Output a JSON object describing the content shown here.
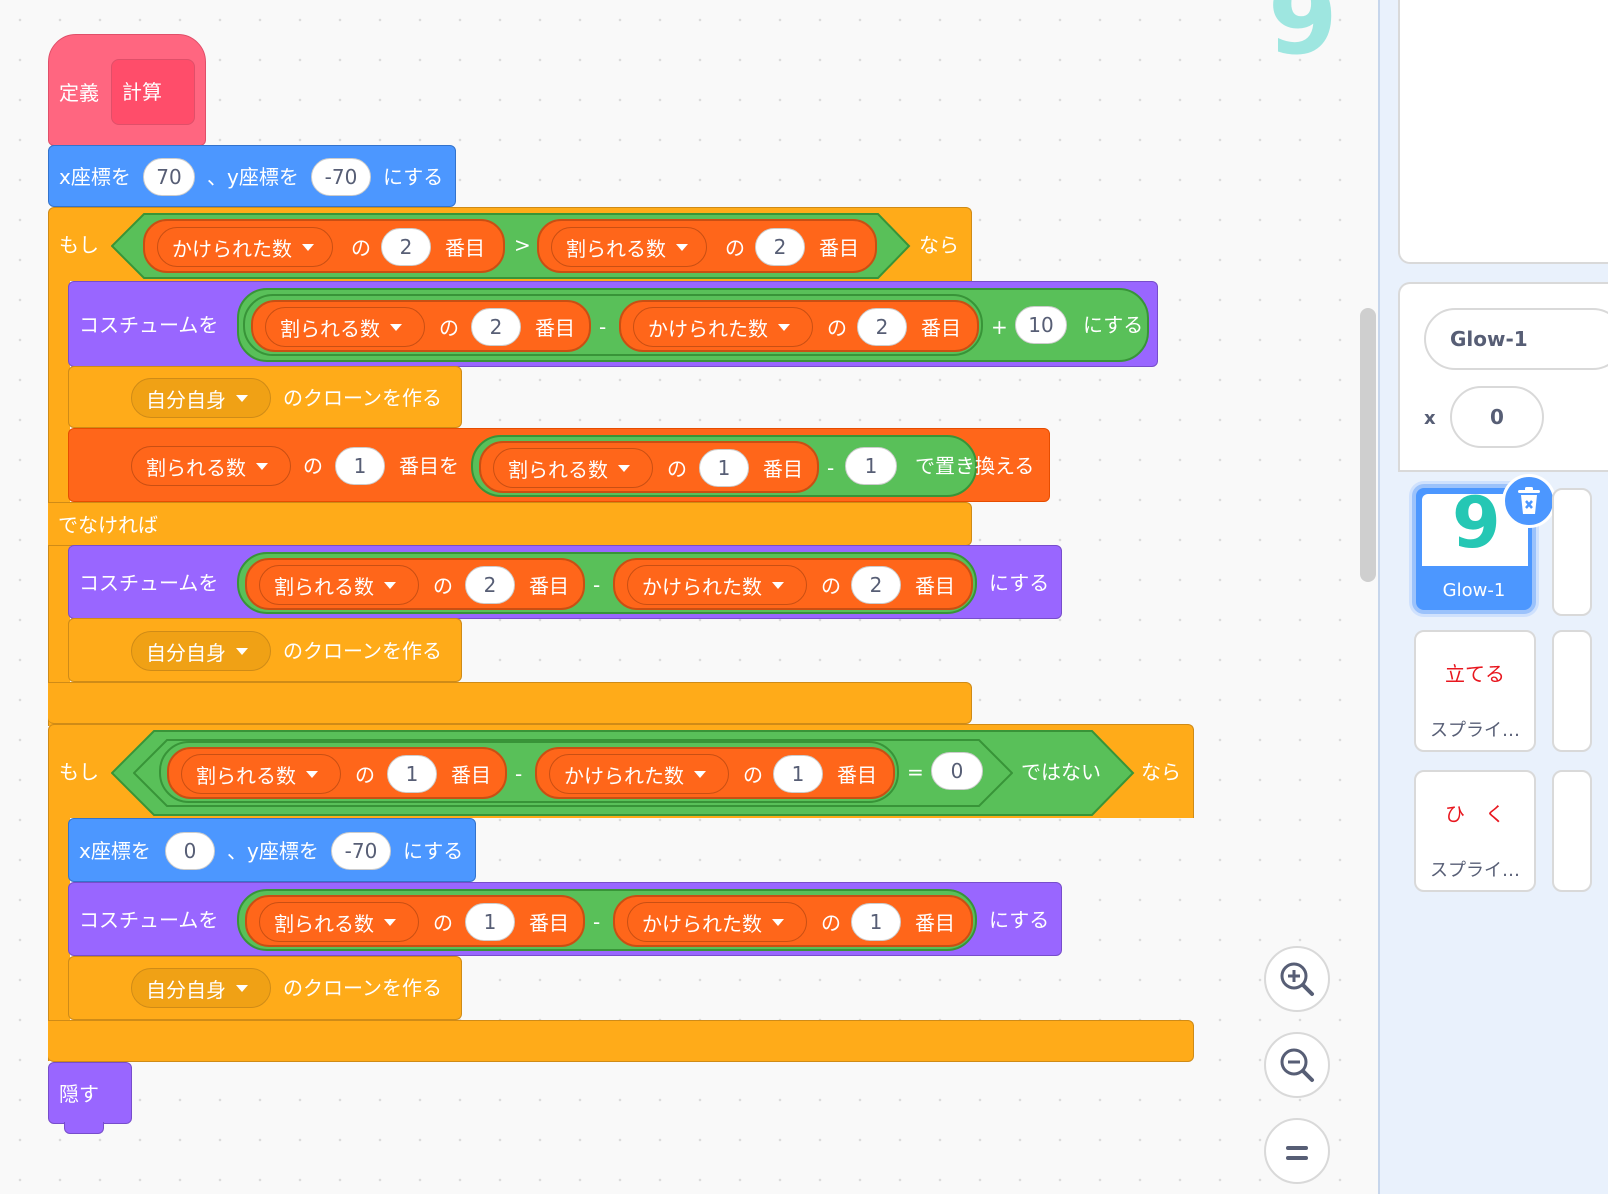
{
  "define_block": {
    "keyword": "定義",
    "name": "計算"
  },
  "goto1": {
    "x_label": "x座標を",
    "x_val": "70",
    "sep": "、y座標を",
    "y_val": "-70",
    "suffix": "にする"
  },
  "if1": {
    "keyword": "もし",
    "then_label": "なら",
    "left": {
      "list": "かけられた数",
      "of": "の",
      "index": "2",
      "item": "番目"
    },
    "op": ">",
    "right": {
      "list": "割られる数",
      "of": "の",
      "index": "2",
      "item": "番目"
    }
  },
  "costume1": {
    "label": "コスチュームを",
    "a_list": "割られる数",
    "a_of": "の",
    "a_idx": "2",
    "a_item": "番目",
    "minus": "-",
    "b_list": "かけられた数",
    "b_of": "の",
    "b_idx": "2",
    "b_item": "番目",
    "plus": "+",
    "add": "10",
    "suffix": "にする"
  },
  "clone1": {
    "target": "自分自身",
    "label": "のクローンを作る"
  },
  "replace1": {
    "list": "割られる数",
    "of": "の",
    "idx": "1",
    "label": "番目を",
    "in_list": "割られる数",
    "in_of": "の",
    "in_idx": "1",
    "in_item": "番目",
    "minus": "-",
    "sub": "1",
    "suffix": "で置き換える"
  },
  "else_label": "でなければ",
  "costume2": {
    "label": "コスチュームを",
    "a_list": "割られる数",
    "a_of": "の",
    "a_idx": "2",
    "a_item": "番目",
    "minus": "-",
    "b_list": "かけられた数",
    "b_of": "の",
    "b_idx": "2",
    "b_item": "番目",
    "suffix": "にする"
  },
  "clone2": {
    "target": "自分自身",
    "label": "のクローンを作る"
  },
  "if2": {
    "keyword": "もし",
    "then_label": "なら",
    "a_list": "割られる数",
    "a_of": "の",
    "a_idx": "1",
    "a_item": "番目",
    "minus": "-",
    "b_list": "かけられた数",
    "b_of": "の",
    "b_idx": "1",
    "b_item": "番目",
    "eq": "=",
    "eq_val": "0",
    "not_label": "ではない"
  },
  "goto2": {
    "x_label": "x座標を",
    "x_val": "0",
    "sep": "、y座標を",
    "y_val": "-70",
    "suffix": "にする"
  },
  "costume3": {
    "label": "コスチュームを",
    "a_list": "割られる数",
    "a_of": "の",
    "a_idx": "1",
    "a_item": "番目",
    "minus": "-",
    "b_list": "かけられた数",
    "b_of": "の",
    "b_idx": "1",
    "b_item": "番目",
    "suffix": "にする"
  },
  "clone3": {
    "target": "自分自身",
    "label": "のクローンを作る"
  },
  "hide": "隠す",
  "sprite_panel": {
    "name_value": "Glow-1",
    "x_label": "x",
    "x_value": "0",
    "selected_sprite": "Glow-1",
    "sprites": [
      {
        "title": "立てる",
        "caption": "スプライ…"
      },
      {
        "title": "ひ　く",
        "caption": "スプライ…"
      }
    ]
  },
  "colors": {
    "events": "#ff6680",
    "motion": "#4c97ff",
    "control": "#ffab19",
    "looks": "#9966ff",
    "lists": "#ff661a",
    "operators": "#59c059",
    "glow": "#25c7b4"
  },
  "icons": {
    "zoom_in": "zoom-in-icon",
    "zoom_out": "zoom-out-icon",
    "reset": "zoom-reset-icon",
    "delete": "trash-icon"
  }
}
